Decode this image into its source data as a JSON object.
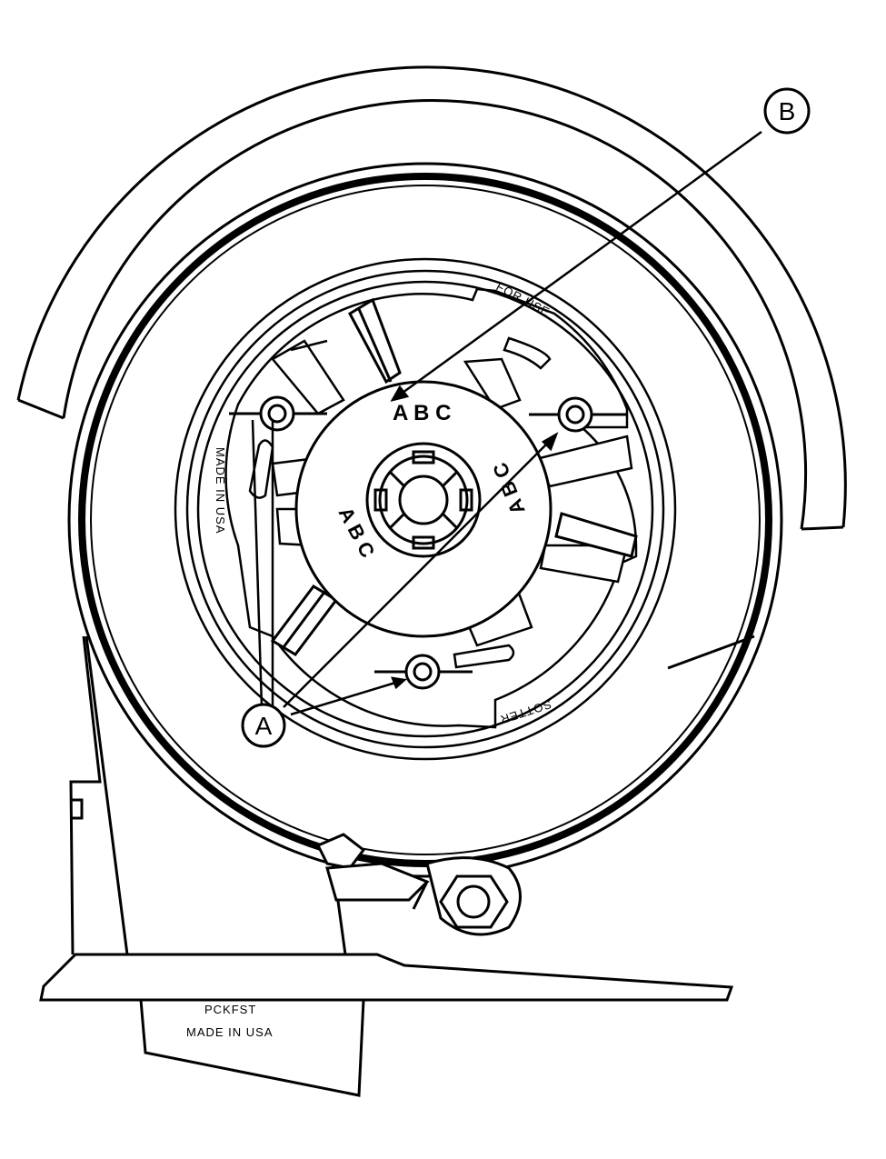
{
  "callouts": {
    "a": "A",
    "b": "B"
  },
  "rotor_letters": {
    "top": "A B C",
    "left": "A B C",
    "right": "A B C"
  },
  "printed_text": {
    "rotor_left_made_in": "MADE IN USA",
    "rotor_bottom_part": "SOTTER",
    "rotor_top_edge": "FOR USE",
    "base_mark": "PCKFST",
    "base_made_in": "MADE IN USA"
  }
}
